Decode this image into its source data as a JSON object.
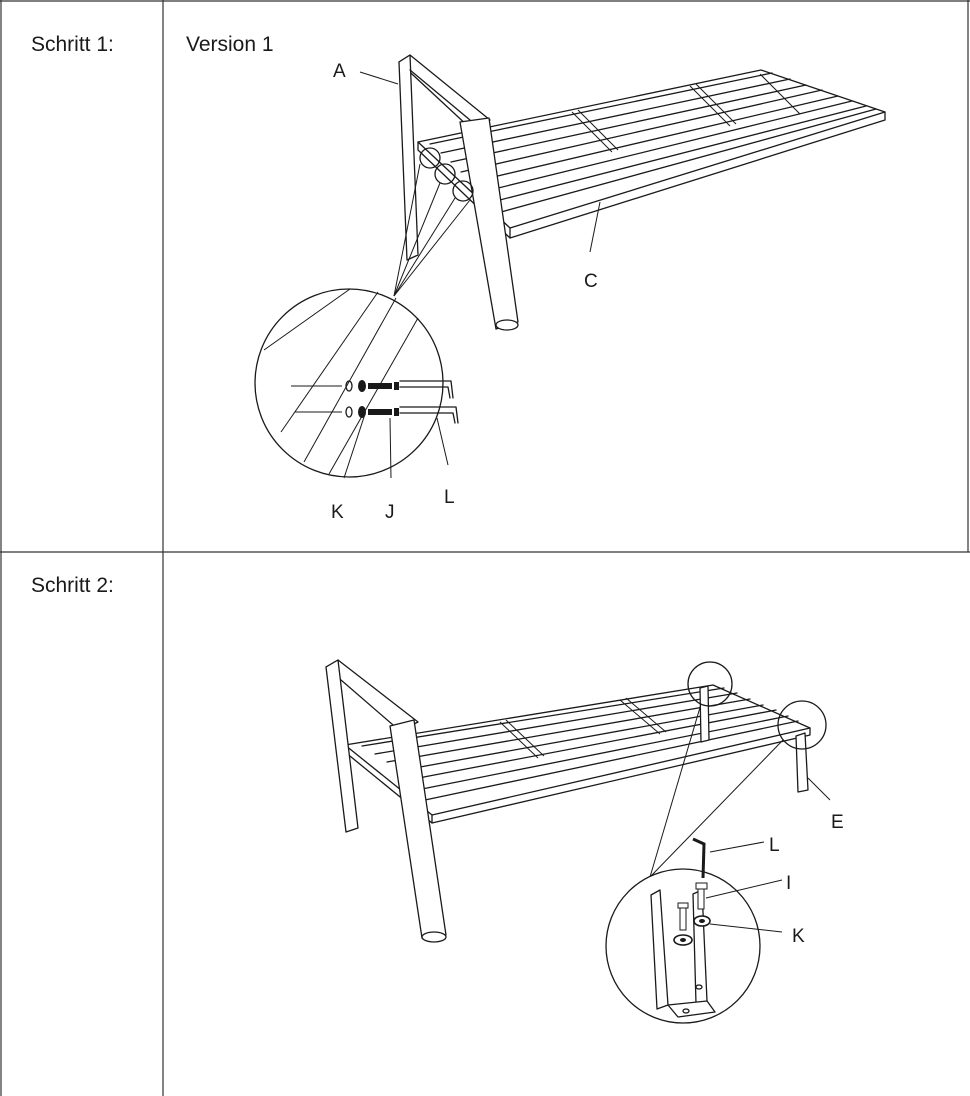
{
  "steps": [
    {
      "label": "Schritt 1:",
      "version": "Version 1",
      "callouts": {
        "a": "A",
        "c": "C",
        "k": "K",
        "j": "J",
        "l": "L"
      }
    },
    {
      "label": "Schritt 2:",
      "callouts": {
        "e": "E",
        "l": "L",
        "i": "I",
        "k": "K"
      }
    }
  ]
}
